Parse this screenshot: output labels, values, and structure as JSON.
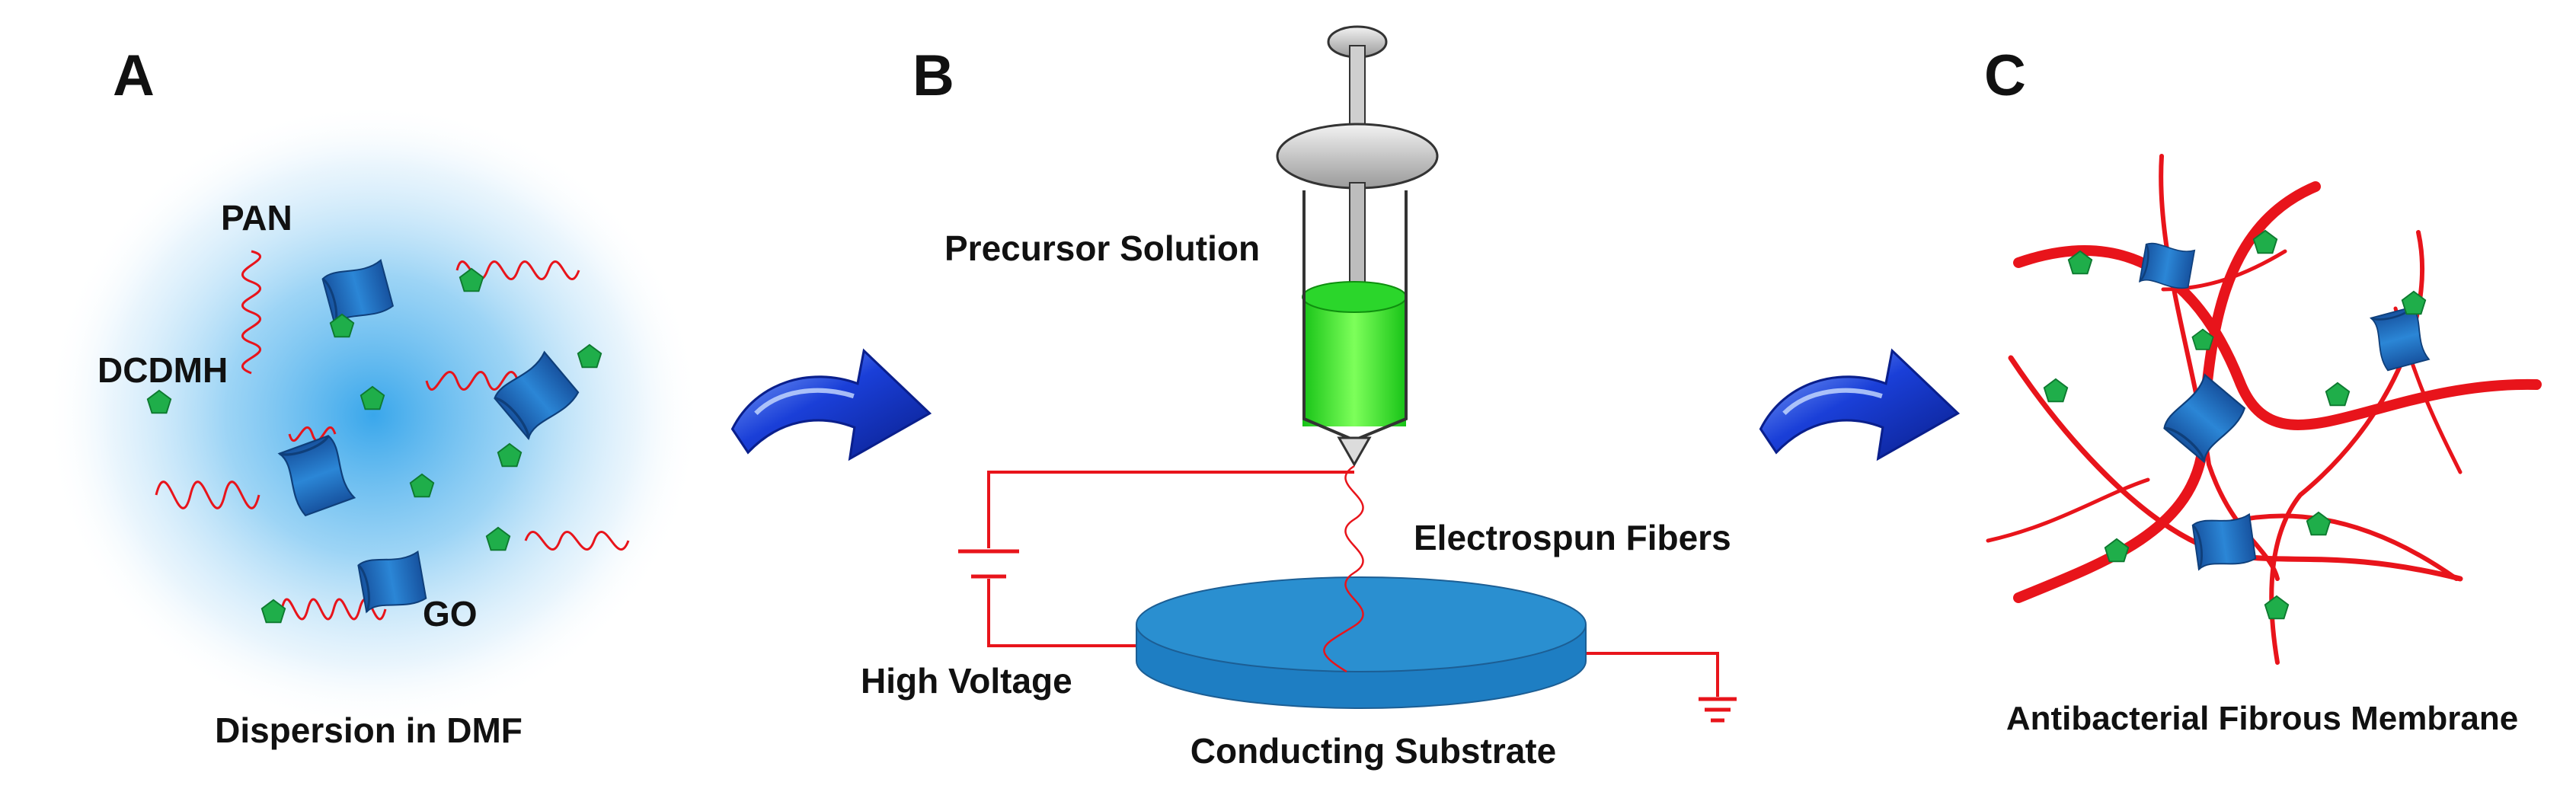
{
  "panels": {
    "a": {
      "letter": "A",
      "labels": {
        "pan": "PAN",
        "dcdmh": "DCDMH",
        "go": "GO"
      },
      "caption": "Dispersion in DMF"
    },
    "b": {
      "letter": "B",
      "labels": {
        "precursor": "Precursor Solution",
        "fibers": "Electrospun Fibers",
        "voltage": "High Voltage",
        "substrate": "Conducting Substrate"
      }
    },
    "c": {
      "letter": "C",
      "caption": "Antibacterial Fibrous Membrane"
    }
  },
  "colors": {
    "fiber_red": "#e8141b",
    "dcdmh_green": "#1fae4a",
    "go_blue": "#1f6fbf",
    "halo_blue": "#4fb3ee",
    "solution_green": "#33dd33",
    "substrate_blue": "#2a8fd0",
    "arrow_blue": "#1a3fd8"
  },
  "icons": [
    "right-arrow-icon",
    "ground-icon",
    "battery-icon",
    "syringe-icon"
  ]
}
